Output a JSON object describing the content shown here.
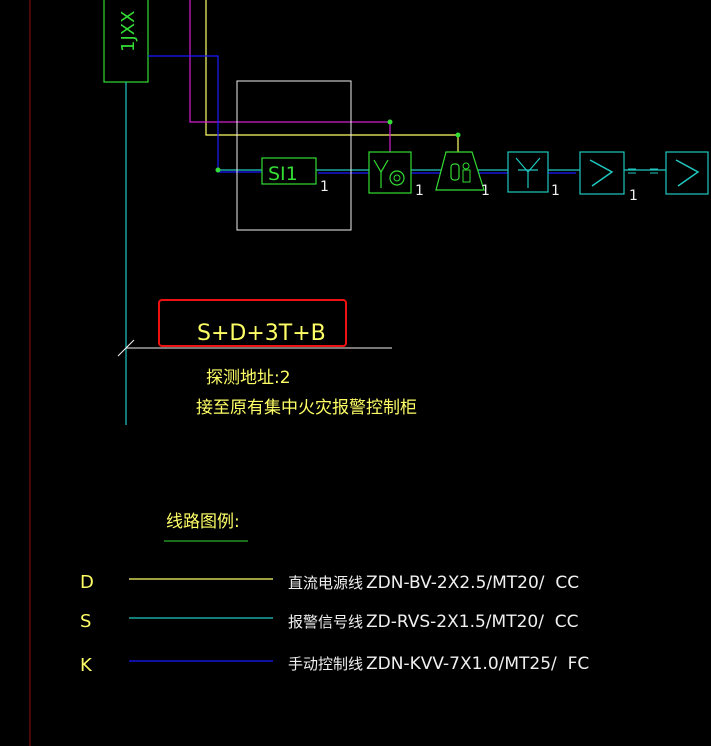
{
  "colors": {
    "background": "#000000",
    "cyan": "#20c8c0",
    "yellow": "#ffff66",
    "magenta": "#d020d0",
    "blue": "#1a1aff",
    "green": "#33dd33",
    "white": "#f0f0f0",
    "red": "#ee1111",
    "dark_red": "#7a0a0a"
  },
  "junction_box": {
    "label": "1JXX"
  },
  "module": {
    "label": "SI1",
    "count": "1"
  },
  "devices": [
    {
      "name": "manual-alarm-button",
      "icon": "Y-with-circle",
      "count": "1"
    },
    {
      "name": "sound-light-alarm",
      "icon": "trapezoid-alarm",
      "count": "1"
    },
    {
      "name": "fire-hydrant-button",
      "icon": "Y-in-square",
      "count": "1"
    },
    {
      "name": "smoke-detector-1",
      "icon": "S-in-square",
      "count": "1"
    },
    {
      "name": "smoke-detector-2",
      "icon": "S-in-square",
      "count": ""
    }
  ],
  "wire_annotation": {
    "line_spec": "S+D+3T+B",
    "address": "探测地址:2",
    "destination": "接至原有集中火灾报警控制柜"
  },
  "legend": {
    "title": "线路图例:",
    "items": [
      {
        "code": "D",
        "color": "#ffff66",
        "name": "直流电源线",
        "spec": "ZDN-BV-2X2.5/MT20/  CC"
      },
      {
        "code": "S",
        "color": "#20c8c0",
        "name": "报警信号线",
        "spec": "ZD-RVS-2X1.5/MT20/  CC"
      },
      {
        "code": "K",
        "color": "#1a1aff",
        "name": "手动控制线",
        "spec": "ZDN-KVV-7X1.0/MT25/  FC"
      }
    ]
  }
}
